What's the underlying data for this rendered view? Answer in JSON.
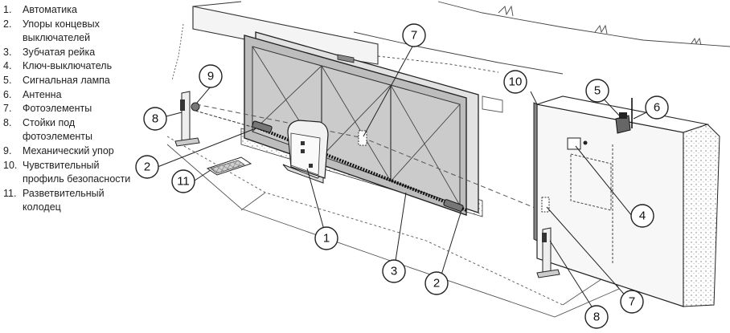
{
  "legend": [
    {
      "num": "1.",
      "lines": [
        "Автоматика"
      ]
    },
    {
      "num": "2.",
      "lines": [
        "Упоры концевых",
        "выключателей"
      ]
    },
    {
      "num": "3.",
      "lines": [
        "Зубчатая рейка"
      ]
    },
    {
      "num": "4.",
      "lines": [
        "Ключ-выключатель"
      ]
    },
    {
      "num": "5.",
      "lines": [
        "Сигнальная лампа"
      ]
    },
    {
      "num": "6.",
      "lines": [
        "Антенна"
      ]
    },
    {
      "num": "7.",
      "lines": [
        "Фотоэлементы"
      ]
    },
    {
      "num": "8.",
      "lines": [
        "Стойки под",
        "фотоэлементы"
      ]
    },
    {
      "num": "9.",
      "lines": [
        "Механический упор"
      ]
    },
    {
      "num": "10.",
      "lines": [
        "Чувствительный",
        "профиль безопасности"
      ]
    },
    {
      "num": "11.",
      "lines": [
        "Разветвительный",
        "колодец"
      ]
    }
  ],
  "callouts": [
    "1",
    "2",
    "3",
    "4",
    "5",
    "6",
    "7",
    "8",
    "9",
    "10",
    "11",
    "2",
    "7",
    "8"
  ]
}
